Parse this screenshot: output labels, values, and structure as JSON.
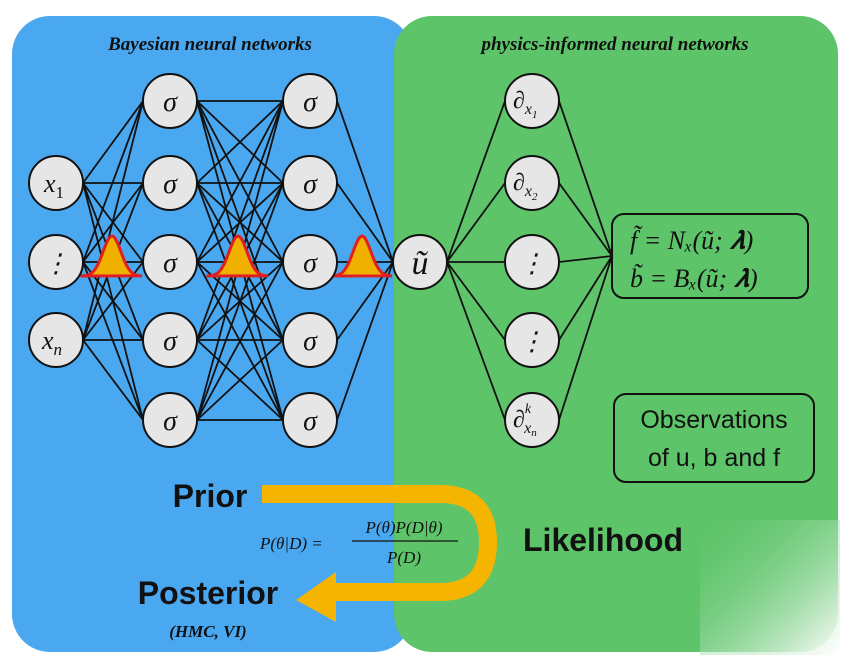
{
  "panels": {
    "left_title": "Bayesian neural networks",
    "right_title": "physics-informed neural networks",
    "left_color": "#4aa8f0",
    "right_color": "#5ec46a"
  },
  "inputs": {
    "first": "x",
    "first_sub": "1",
    "middle": "⋮",
    "last": "x",
    "last_sub": "n"
  },
  "hidden_symbol": "σ",
  "output_symbol": "ũ",
  "derivatives": {
    "d1": "∂",
    "d1_sub": "x",
    "d1_subsub": "1",
    "d2": "∂",
    "d2_sub": "x",
    "d2_subsub": "2",
    "dots": "⋮",
    "dk": "∂",
    "dk_sup": "k",
    "dk_sub": "x",
    "dk_subsub": "n"
  },
  "equations": {
    "line1": "f̃ = Nₓ(ũ; 𝝀)",
    "line2": "b̃ = Bₓ(ũ; 𝝀)"
  },
  "observations": {
    "line1": "Observations",
    "line2": "of u, b and f"
  },
  "flow": {
    "prior": "Prior",
    "likelihood": "Likelihood",
    "posterior": "Posterior",
    "methods": "(HMC, VI)",
    "bayes_lhs": "P(θ|D) =",
    "bayes_num": "P(θ)P(D|θ)",
    "bayes_den": "P(D)",
    "arrow_color": "#f5b400"
  },
  "distribution_colors": {
    "fill": "#f0b000",
    "stroke": "#e02020"
  }
}
